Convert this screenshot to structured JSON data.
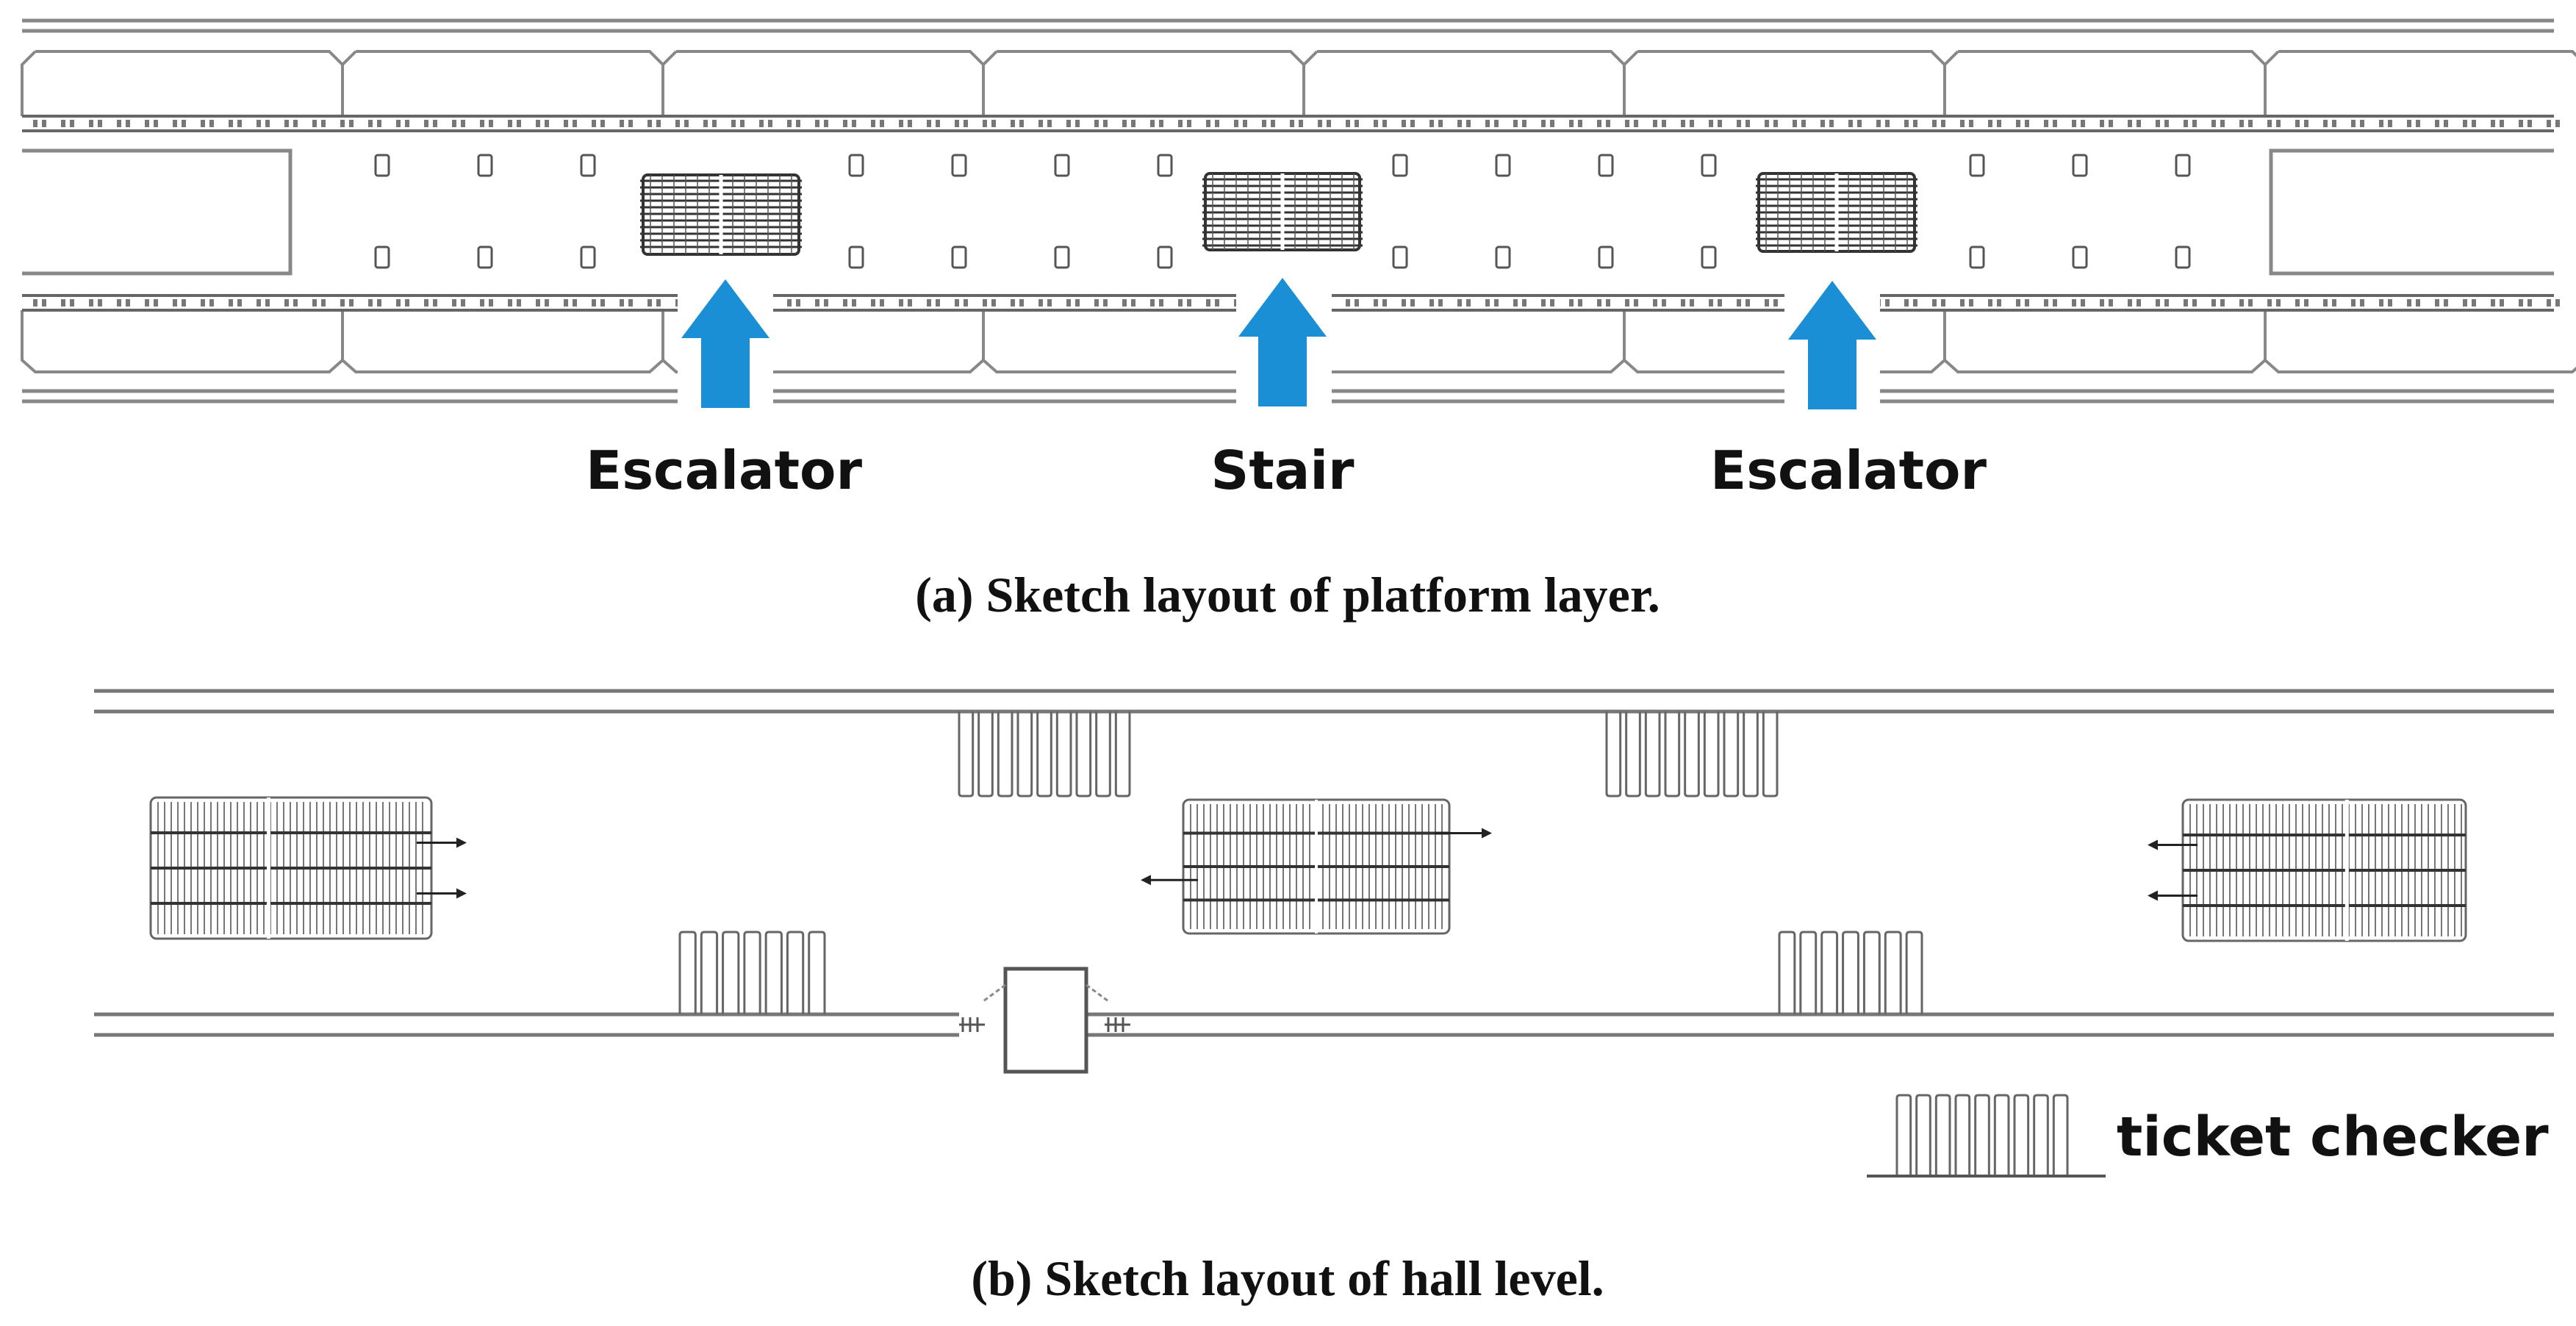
{
  "platform": {
    "labels": {
      "escalator_left": "Escalator",
      "stair": "Stair",
      "escalator_right": "Escalator"
    },
    "caption": "(a) Sketch layout of platform layer."
  },
  "hall": {
    "legend_label": "ticket checker",
    "caption": "(b) Sketch layout of hall level."
  },
  "colors": {
    "arrow": "#1a8fd6",
    "line": "#888888",
    "dark": "#333333"
  }
}
